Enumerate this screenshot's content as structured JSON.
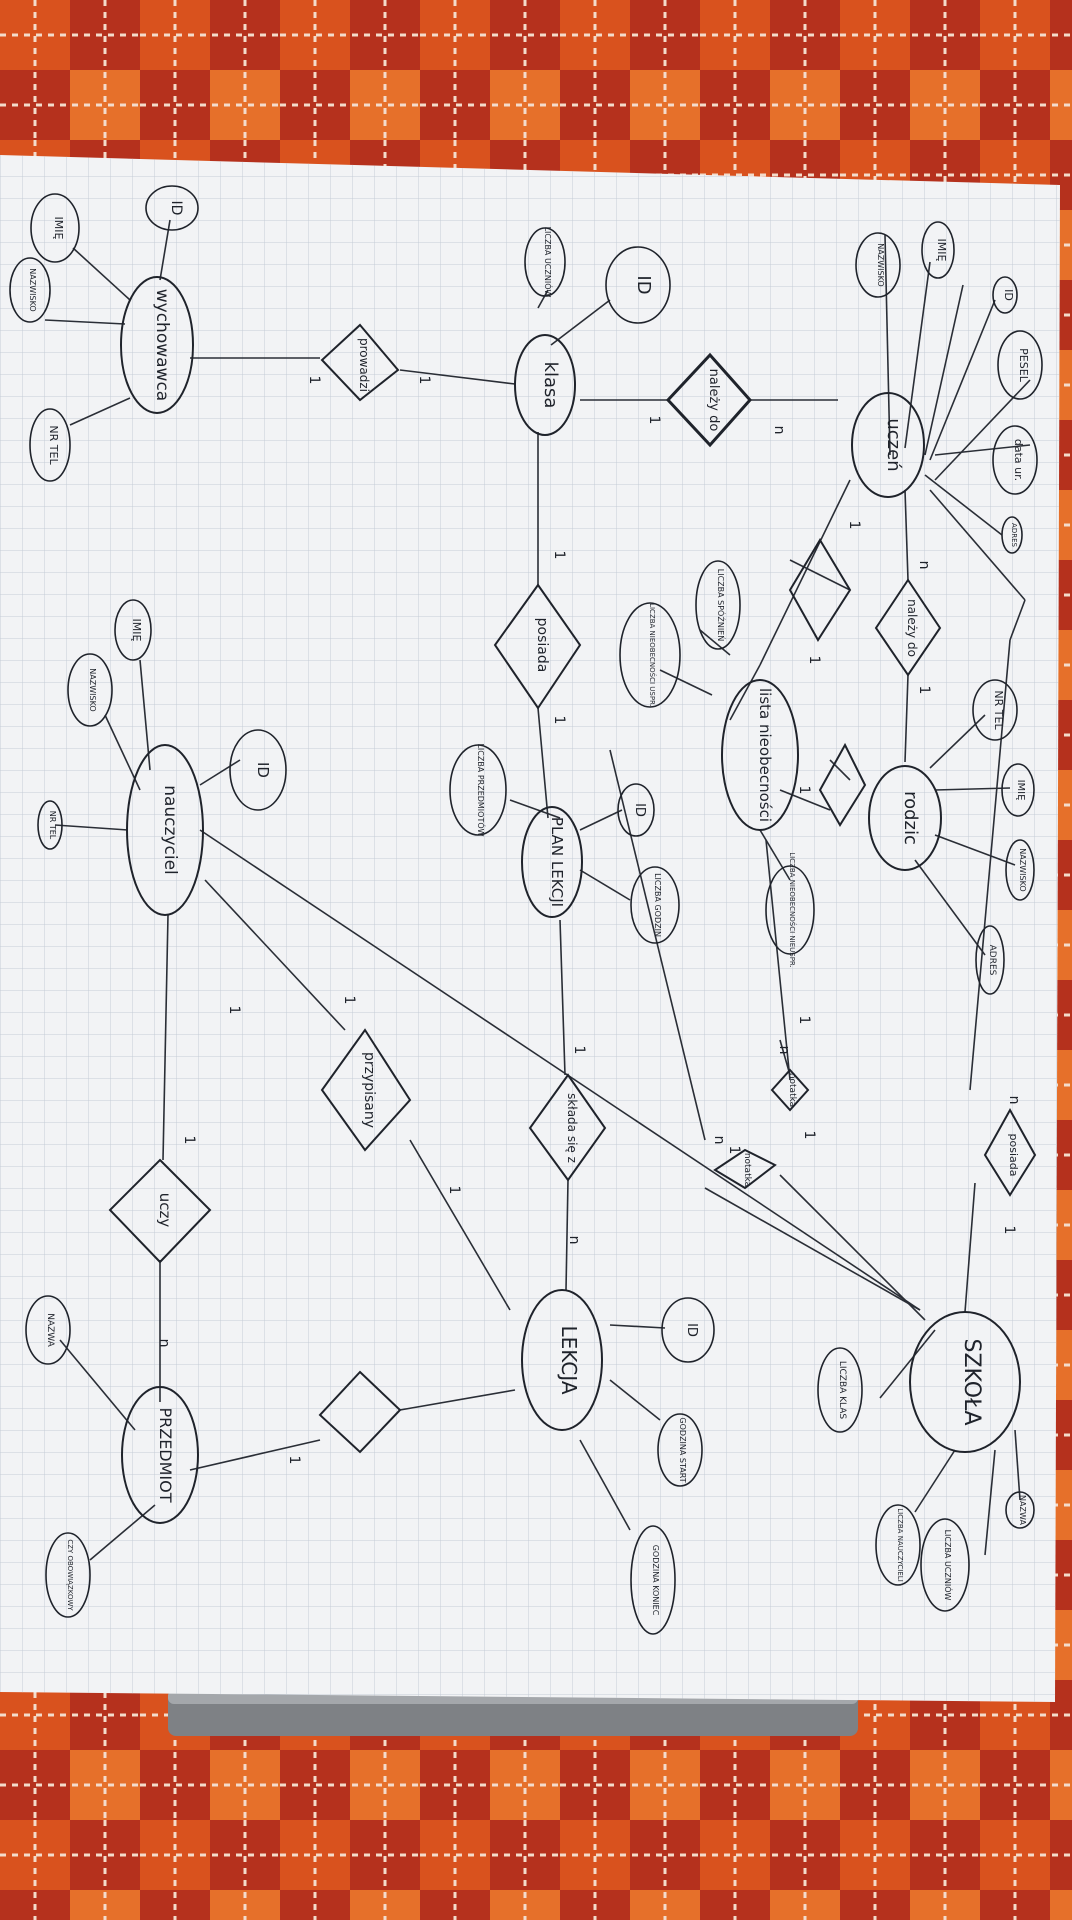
{
  "colors": {
    "tablecloth_red": "#b5311d",
    "tablecloth_orange": "#df6a24",
    "paper": "#f2f3f5",
    "grid": "#c5ccd6",
    "ink": "#1f232b"
  },
  "entities": {
    "uczen": "uczeń",
    "klasa": "klasa",
    "wychowawca": "wychowawca",
    "rodzic": "rodzic",
    "lista": "lista nieobecności",
    "plan": "PLAN LEKCJI",
    "nauczyciel": "nauczyciel",
    "lekcja": "LEKCJA",
    "szkola": "SZKOŁA",
    "przedmiot": "PRZEDMIOT"
  },
  "relationships": {
    "nalezy_klasa": "należy do",
    "nalezy_rodzic": "należy do",
    "posiada_plan": "posiada",
    "posiada_szkola": "posiada",
    "prowadzi": "prowadzi",
    "sklada": "składa się z",
    "przypisany": "przypisany",
    "uczy": "uczy",
    "notatka_lista": "notatka",
    "notatka_szkola": "notatka"
  },
  "attributes": {
    "uczen_imie": "IMIĘ",
    "uczen_nazwisko": "NAZWISKO",
    "uczen_id": "ID",
    "uczen_pesel": "PESEL",
    "uczen_data": "data ur.",
    "uczen_adres": "ADRES",
    "klasa_liczba": "LICZBA UCZNIÓW",
    "klasa_id": "ID",
    "wych_id": "ID",
    "wych_imie": "IMIĘ",
    "wych_nazwisko": "NAZWISKO",
    "wych_tel": "NR TEL",
    "lista_spoznien": "LICZBA SPÓŹNIEŃ",
    "lista_uspraw": "LICZBA NIEOBECNOŚCI USPR.",
    "lista_nieuspraw": "LICZBA NIEOBECNOŚCI NIEUSPR.",
    "rodzic_tel": "NR TEL",
    "rodzic_imie": "IMIĘ",
    "rodzic_nazwisko": "NAZWISKO",
    "rodzic_adres": "ADRES",
    "plan_przedmiotow": "LICZBA PRZEDMIOTÓW",
    "plan_id": "ID",
    "plan_godzin": "LICZBA GODZIN",
    "naucz_imie": "IMIĘ",
    "naucz_nazwisko": "NAZWISKO",
    "naucz_tel": "NR TEL",
    "naucz_id": "ID",
    "lekcja_id": "ID",
    "lekcja_start": "GODZINA START",
    "lekcja_koniec": "GODZINA KONIEC",
    "szkola_klas": "LICZBA KLAS",
    "szkola_nauczycieli": "LICZBA NAUCZYCIELI",
    "szkola_uczniow": "LICZBA UCZNIÓW",
    "szkola_nazwa": "NAZWA",
    "przedmiot_nazwa": "NAZWA",
    "przedmiot_obow": "CZY OBOWIĄZKOWY"
  },
  "cardinalities": {
    "c1": "1",
    "c2": "1",
    "c3": "n",
    "c4": "1",
    "c5": "n",
    "c6": "1",
    "c7": "1",
    "c8": "1",
    "c9": "n",
    "c10": "1",
    "c11": "n",
    "c12": "1",
    "c13": "1",
    "c14": "1",
    "c15": "1",
    "c16": "n",
    "c17": "1",
    "c18": "1",
    "c19": "n",
    "c20": "1",
    "c21": "1",
    "c22": "1",
    "c23": "n",
    "c24": "1",
    "c25": "1",
    "c26": "1"
  }
}
